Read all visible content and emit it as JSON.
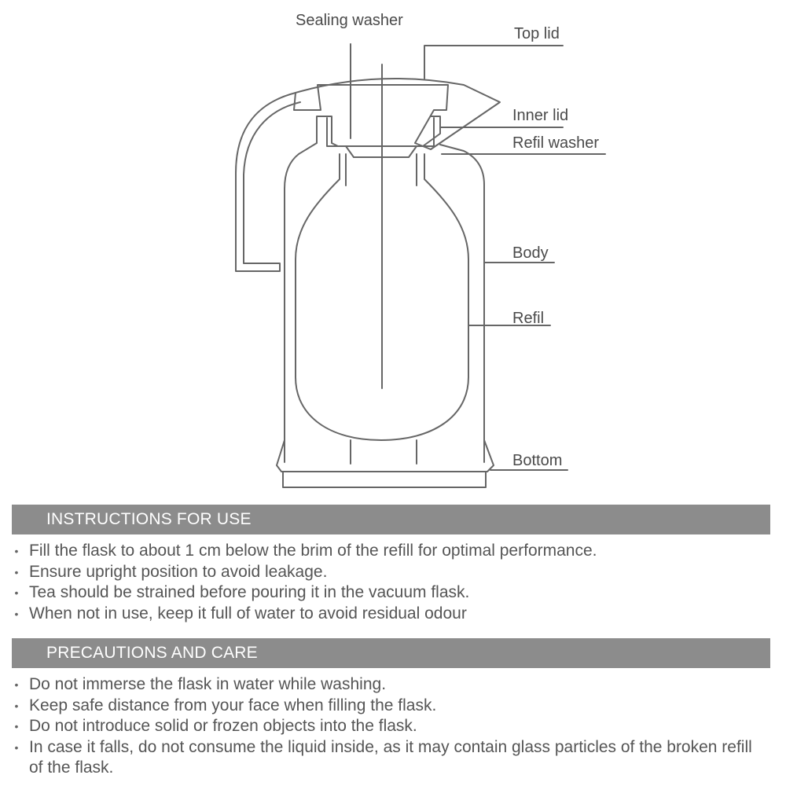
{
  "diagram": {
    "labels": {
      "sealing_washer": "Sealing washer",
      "top_lid": "Top lid",
      "inner_lid": "Inner lid",
      "refil_washer": "Refil washer",
      "body": "Body",
      "refil": "Refil",
      "bottom": "Bottom"
    },
    "line_color": "#666666"
  },
  "instructions": {
    "title": "INSTRUCTIONS FOR USE",
    "items": [
      "Fill the flask to about 1 cm below the brim of the refill for optimal performance.",
      "Ensure upright position to avoid leakage.",
      "Tea should be strained before pouring it in the vacuum flask.",
      "When not in use, keep it full of water to avoid residual odour"
    ]
  },
  "precautions": {
    "title": "PRECAUTIONS AND CARE",
    "items": [
      "Do not immerse the flask in water while washing.",
      "Keep safe distance from your face when filling the flask.",
      "Do not introduce solid or frozen objects into the flask.",
      "In case it falls, do not consume the liquid inside, as it may contain glass particles of the broken refill of the flask."
    ]
  },
  "colors": {
    "section_bar": "#8c8c8c",
    "section_text": "#ffffff",
    "body_text": "#555555"
  }
}
